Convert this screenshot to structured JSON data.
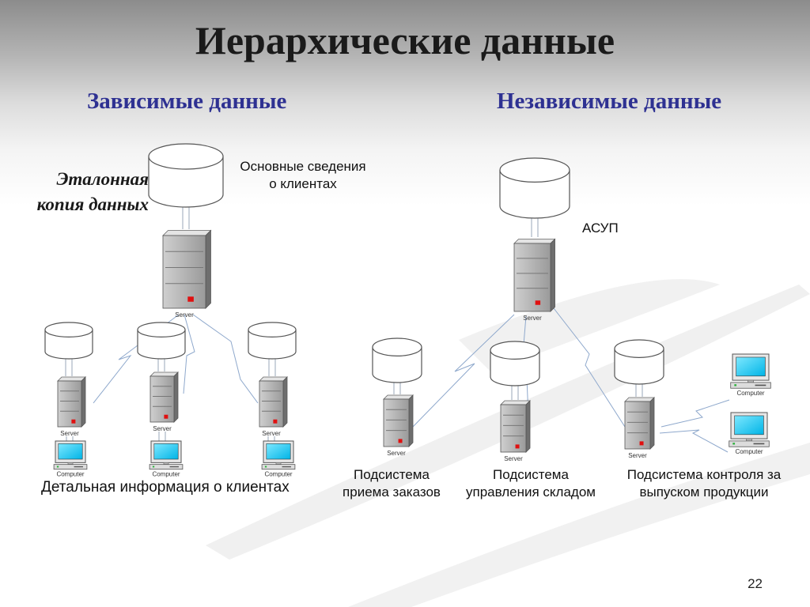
{
  "slide": {
    "title": "Иерархические данные",
    "page_number": "22"
  },
  "left": {
    "heading": "Зависимые данные",
    "reference_copy": [
      "Эталонная",
      "копия данных"
    ],
    "main_caption": [
      "Основные сведения",
      "о клиентах"
    ],
    "detail_caption": "Детальная информация о клиентах"
  },
  "right": {
    "heading": "Независимые данные",
    "asup_label": "АСУП",
    "subsystems": [
      [
        "Подсистема",
        "приема заказов"
      ],
      [
        "Подсистема",
        "управления складом"
      ],
      [
        "Подсистема контроля за",
        "выпуском продукции"
      ]
    ]
  },
  "icon_labels": {
    "server": "Server",
    "computer": "Computer"
  },
  "colors": {
    "title": "#1a1a1a",
    "heading": "#2e3192",
    "server_led": "#e01010",
    "monitor_screen": "#00c8f0",
    "link_line": "#8ea8cc"
  }
}
